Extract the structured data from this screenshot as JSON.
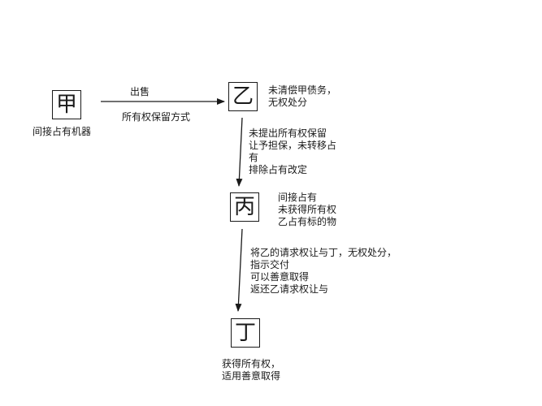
{
  "nodes": {
    "jia": "甲",
    "yi": "乙",
    "bing": "丙",
    "ding": "丁"
  },
  "labels": {
    "jia_note": "间接占有机器",
    "edge_jia_yi_top": "出售",
    "edge_jia_yi_bottom": "所有权保留方式",
    "yi_note": "未清偿甲债务，\n无权处分",
    "edge_yi_bing": "未提出所有权保留\n让予担保，未转移占\n有\n排除占有改定",
    "bing_note": "间接占有\n未获得所有权\n乙占有标的物",
    "edge_bing_ding": "将乙的请求权让与丁，无权处分，\n指示交付\n可以善意取得\n返还乙请求权让与",
    "ding_note": "获得所有权，\n适用善意取得"
  },
  "colors": {
    "ink": "#1a1a1a",
    "background": "#ffffff"
  }
}
